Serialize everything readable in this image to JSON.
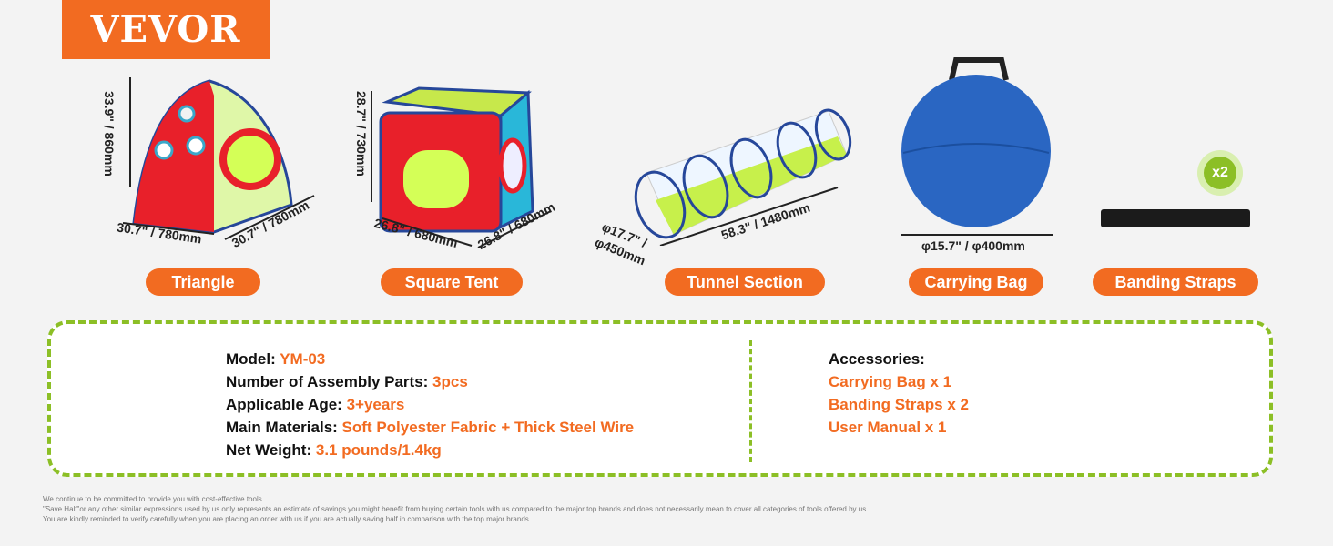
{
  "brand": {
    "logo_text": "VEVOR",
    "accent": "#f26b21",
    "green": "#8cbf26"
  },
  "products": [
    {
      "label": "Triangle",
      "dims": [
        "33.9\" / 860mm",
        "30.7\" / 780mm",
        "30.7\" / 780mm"
      ]
    },
    {
      "label": "Square Tent",
      "dims": [
        "28.7\" / 730mm",
        "26.8\" / 680mm",
        "26.8\" / 680mm"
      ]
    },
    {
      "label": "Tunnel Section",
      "dims": [
        "φ17.7\" /",
        "φ450mm",
        "58.3\" / 1480mm"
      ]
    },
    {
      "label": "Carrying Bag",
      "dims": [
        "φ15.7\" / φ400mm"
      ]
    },
    {
      "label": "Banding Straps",
      "badge": "x2"
    }
  ],
  "specs": {
    "model_label": "Model: ",
    "model_value": "YM-03",
    "parts_label": "Number of Assembly Parts: ",
    "parts_value": "3pcs",
    "age_label": "Applicable Age: ",
    "age_value": "3+years",
    "materials_label": "Main Materials: ",
    "materials_value": "Soft Polyester Fabric + Thick Steel Wire",
    "weight_label": "Net Weight: ",
    "weight_value": "3.1 pounds/1.4kg"
  },
  "accessories": {
    "title": "Accessories:",
    "items": [
      "Carrying Bag x 1",
      "Banding Straps x 2",
      "User Manual x 1"
    ]
  },
  "footer": [
    "We continue to be committed to provide you with cost-effective tools.",
    "\"Save Half\"or any other similar expressions used by us only represents an estimate of savings you might benefit from buying certain tools with us compared to the major top brands and does not necessarily mean to cover all categories of tools offered by us.",
    "You are kindly reminded to verify carefully when you are placing an order with us if you are actually saving half in comparison with the top major brands."
  ]
}
